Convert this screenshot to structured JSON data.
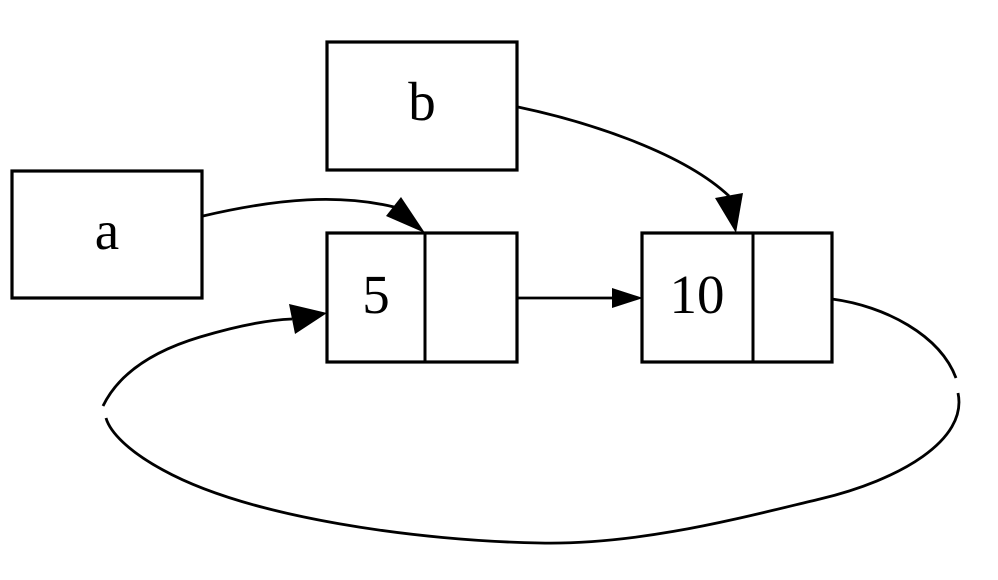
{
  "diagram": {
    "background_color": "#ffffff",
    "stroke_color": "#000000",
    "variables": [
      {
        "name": "a",
        "label": "a"
      },
      {
        "name": "b",
        "label": "b"
      }
    ],
    "list_nodes": [
      {
        "name": "node-5",
        "value": "5",
        "next_cell": ""
      },
      {
        "name": "node-10",
        "value": "10",
        "next_cell": ""
      }
    ],
    "edges": [
      {
        "from": "a",
        "to": "node-5"
      },
      {
        "from": "b",
        "to": "node-10"
      },
      {
        "from": "node-5-next",
        "to": "node-10"
      },
      {
        "from": "node-10-next",
        "to": "node-5"
      }
    ]
  }
}
